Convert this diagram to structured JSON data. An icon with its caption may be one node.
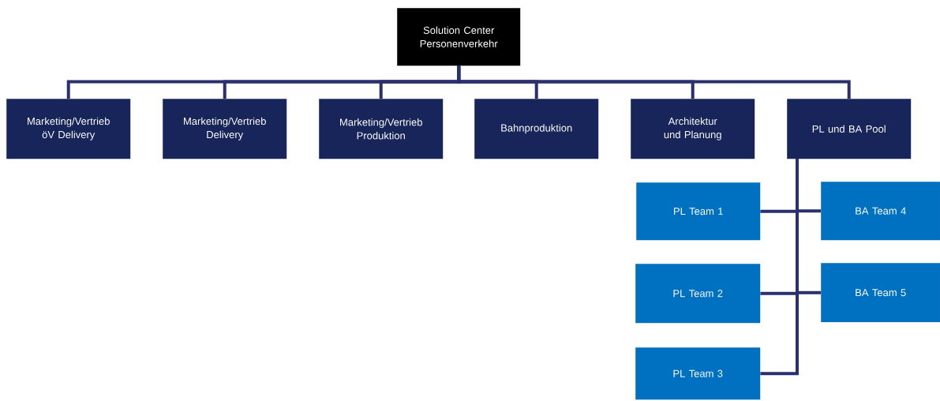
{
  "diagram": {
    "nodes": [
      {
        "text": [
          "Solution Center Personenverkehr"
        ]
      },
      {
        "text": [
          "Marketing/Vertrieb öV Delivery"
        ]
      },
      {
        "text": [
          "Marketing/Vertrieb Delivery"
        ]
      },
      {
        "text": [
          "Marketing/Vertrieb Produktion"
        ]
      },
      {
        "text": [
          "Bahnproduktion"
        ]
      },
      {
        "text": [
          "Architektur und Planung"
        ]
      },
      {
        "text": [
          "PL und BA Pool"
        ]
      },
      {
        "text": [
          "PL Team 1"
        ]
      },
      {
        "text": [
          "BA Team 4"
        ]
      },
      {
        "text": [
          "PL Team 2"
        ]
      },
      {
        "text": [
          "BA Team 5"
        ]
      },
      {
        "text": [
          "PL Team 3"
        ]
      }
    ],
    "edges": [
      {
        "from": 0,
        "to": 1,
        "arrow": "none"
      },
      {
        "from": 0,
        "to": 2,
        "arrow": "none"
      },
      {
        "from": 0,
        "to": 3,
        "arrow": "none"
      },
      {
        "from": 0,
        "to": 4,
        "arrow": "none"
      },
      {
        "from": 0,
        "to": 5,
        "arrow": "none"
      },
      {
        "from": 0,
        "to": 6,
        "arrow": "none"
      },
      {
        "from": 6,
        "to": 7,
        "arrow": "none"
      },
      {
        "from": 6,
        "to": 8,
        "arrow": "none"
      },
      {
        "from": 6,
        "to": 9,
        "arrow": "none"
      },
      {
        "from": 6,
        "to": 10,
        "arrow": "none"
      },
      {
        "from": 6,
        "to": 11,
        "arrow": "none"
      }
    ]
  }
}
